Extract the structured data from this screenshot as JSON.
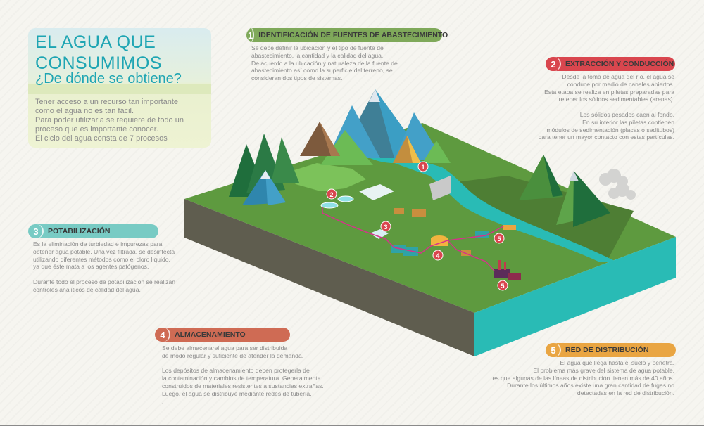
{
  "title": {
    "line1": "EL AGUA QUE",
    "line2": "CONSUMIMOS",
    "subtitle": "¿De dónde se obtiene?",
    "intro": [
      "Tener acceso a un recurso tan importante",
      "como el agua no es tan fácil.",
      "Para poder utilizarla se requiere de todo un",
      "proceso que es importante conocer.",
      "El ciclo del agua consta de 7 procesos"
    ]
  },
  "steps": [
    {
      "number": "1",
      "title": "IDENTIFICACIÓN DE FUENTES DE ABASTECIMIENTO",
      "color": "#7fa95a",
      "lines": [
        "Se debe definir la ubicación y el tipo de fuente de",
        "abastecimiento, la cantidad y la calidad del agua.",
        "De acuerdo a la ubicación y naturaleza de la fuente de",
        "abastecimiento así como la superficie del terreno, se",
        "consideran dos tipos de sistemas."
      ]
    },
    {
      "number": "2",
      "title": "EXTRACCIÓN Y CONDUCCIÓN",
      "color": "#d9464e",
      "lines": [
        "Desde la toma de agua del río, el agua se",
        "conduce por medio de canales abiertos.",
        "Esta etapa se realiza en piletas preparadas para",
        "retener los sólidos sedimentables (arenas).",
        "",
        "Los sólidos pesados caen al fondo.",
        "En su interior las piletas contienen",
        "módulos de sedimentación (placas o seditubos)",
        "para tener un mayor contacto con estas partículas."
      ]
    },
    {
      "number": "3",
      "title": "POTABILIZACIÓN",
      "color": "#78cbc4",
      "lines": [
        "Es la eliminación de turbiedad e impurezas para",
        "obtener agua potable. Una vez  filtrada, se desinfecta",
        "utilizando diferentes métodos como el cloro liquido,",
        "ya que éste mata a los agentes patógenos.",
        "",
        "Durante todo el proceso de potabilización se realizan",
        "controles analíticos de calidad del agua."
      ]
    },
    {
      "number": "4",
      "title": "ALMACENAMIENTO",
      "color": "#cf6b54",
      "lines": [
        "Se debe almacenarel agua para ser distribuida",
        "de modo regular y suficiente de atender la demanda.",
        "",
        "Los depósitos de almacenamiento deben protegerla de",
        "la contaminación y cambios de temperatura. Generalmente",
        "construidos de materiales resistentes a sustancias extrañas.",
        "Luego, el agua se distribuye mediante redes de tubería.",
        "."
      ]
    },
    {
      "number": "5",
      "title": "RED DE DISTRIBUCIÓN",
      "color": "#e9a542",
      "lines": [
        "El agua que llega hasta el suelo y penetra.",
        "El problema más grave del sistema de agua potable,",
        "es que algunas de las líneas de distribución tienen más de 40 años.",
        "Durante los últimos años existe una gran cantidad de fugas no",
        "detectadas en la red de distribución."
      ]
    }
  ],
  "markers": [
    "1",
    "2",
    "3",
    "4",
    "5",
    "5"
  ],
  "colors": {
    "marker": "#d9464e",
    "grass": "#5e9a3f",
    "water": "#29bbb5",
    "soil": "#5f5d4f",
    "pipe": "#d6338a"
  }
}
